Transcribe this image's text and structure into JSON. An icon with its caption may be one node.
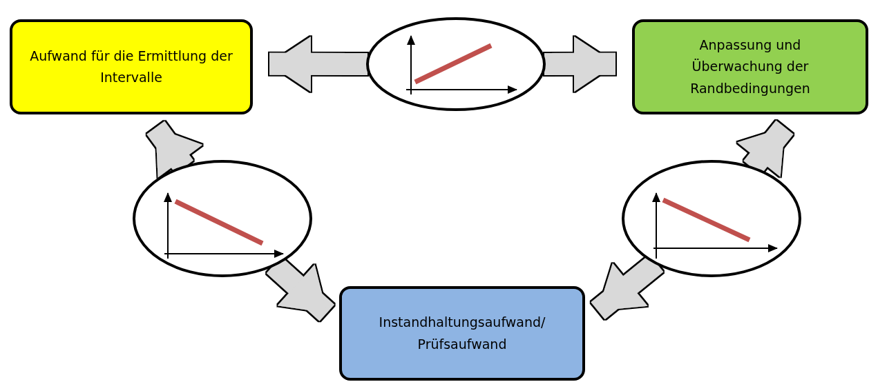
{
  "diagram": {
    "nodes": [
      {
        "text": [
          "Aufwand für die Ermittlung der Intervalle"
        ]
      },
      {
        "text": [
          "Anpassung und Überwachung der Randbedingungen"
        ]
      },
      {
        "text": [
          "Instandhaltungsaufwand/ Prüfsaufwand"
        ]
      },
      {
        "text": [],
        "shape": "ellipse"
      },
      {
        "text": [],
        "shape": "ellipse"
      },
      {
        "text": [],
        "shape": "ellipse"
      }
    ],
    "edges": [
      {
        "from": 3,
        "to": 0,
        "arrow": "to"
      },
      {
        "from": 3,
        "to": 1,
        "arrow": "to"
      },
      {
        "from": 4,
        "to": 0,
        "arrow": "to"
      },
      {
        "from": 4,
        "to": 2,
        "arrow": "to"
      },
      {
        "from": 5,
        "to": 1,
        "arrow": "to"
      },
      {
        "from": 5,
        "to": 2,
        "arrow": "to"
      }
    ]
  }
}
